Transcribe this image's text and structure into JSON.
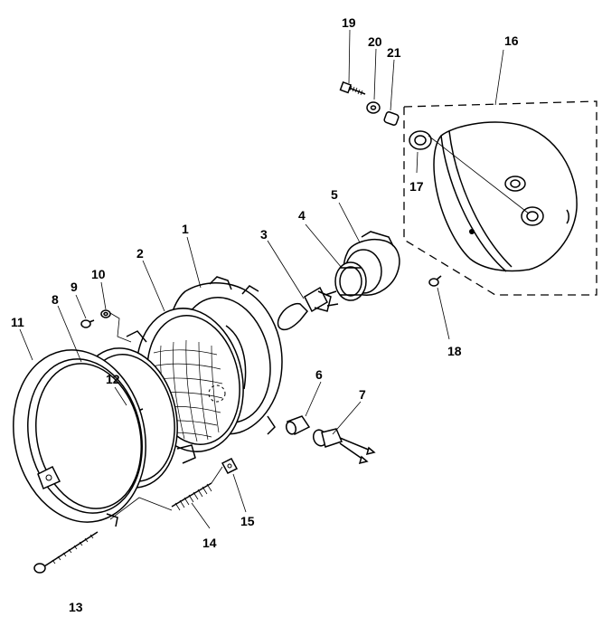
{
  "labels": {
    "p1": "1",
    "p2": "2",
    "p3": "3",
    "p4": "4",
    "p5": "5",
    "p6": "6",
    "p7": "7",
    "p8": "8",
    "p9": "9",
    "p10": "10",
    "p11": "11",
    "p12": "12",
    "p13": "13",
    "p14": "14",
    "p15": "15",
    "p16": "16",
    "p17": "17",
    "p18": "18",
    "p19": "19",
    "p20": "20",
    "p21": "21"
  }
}
